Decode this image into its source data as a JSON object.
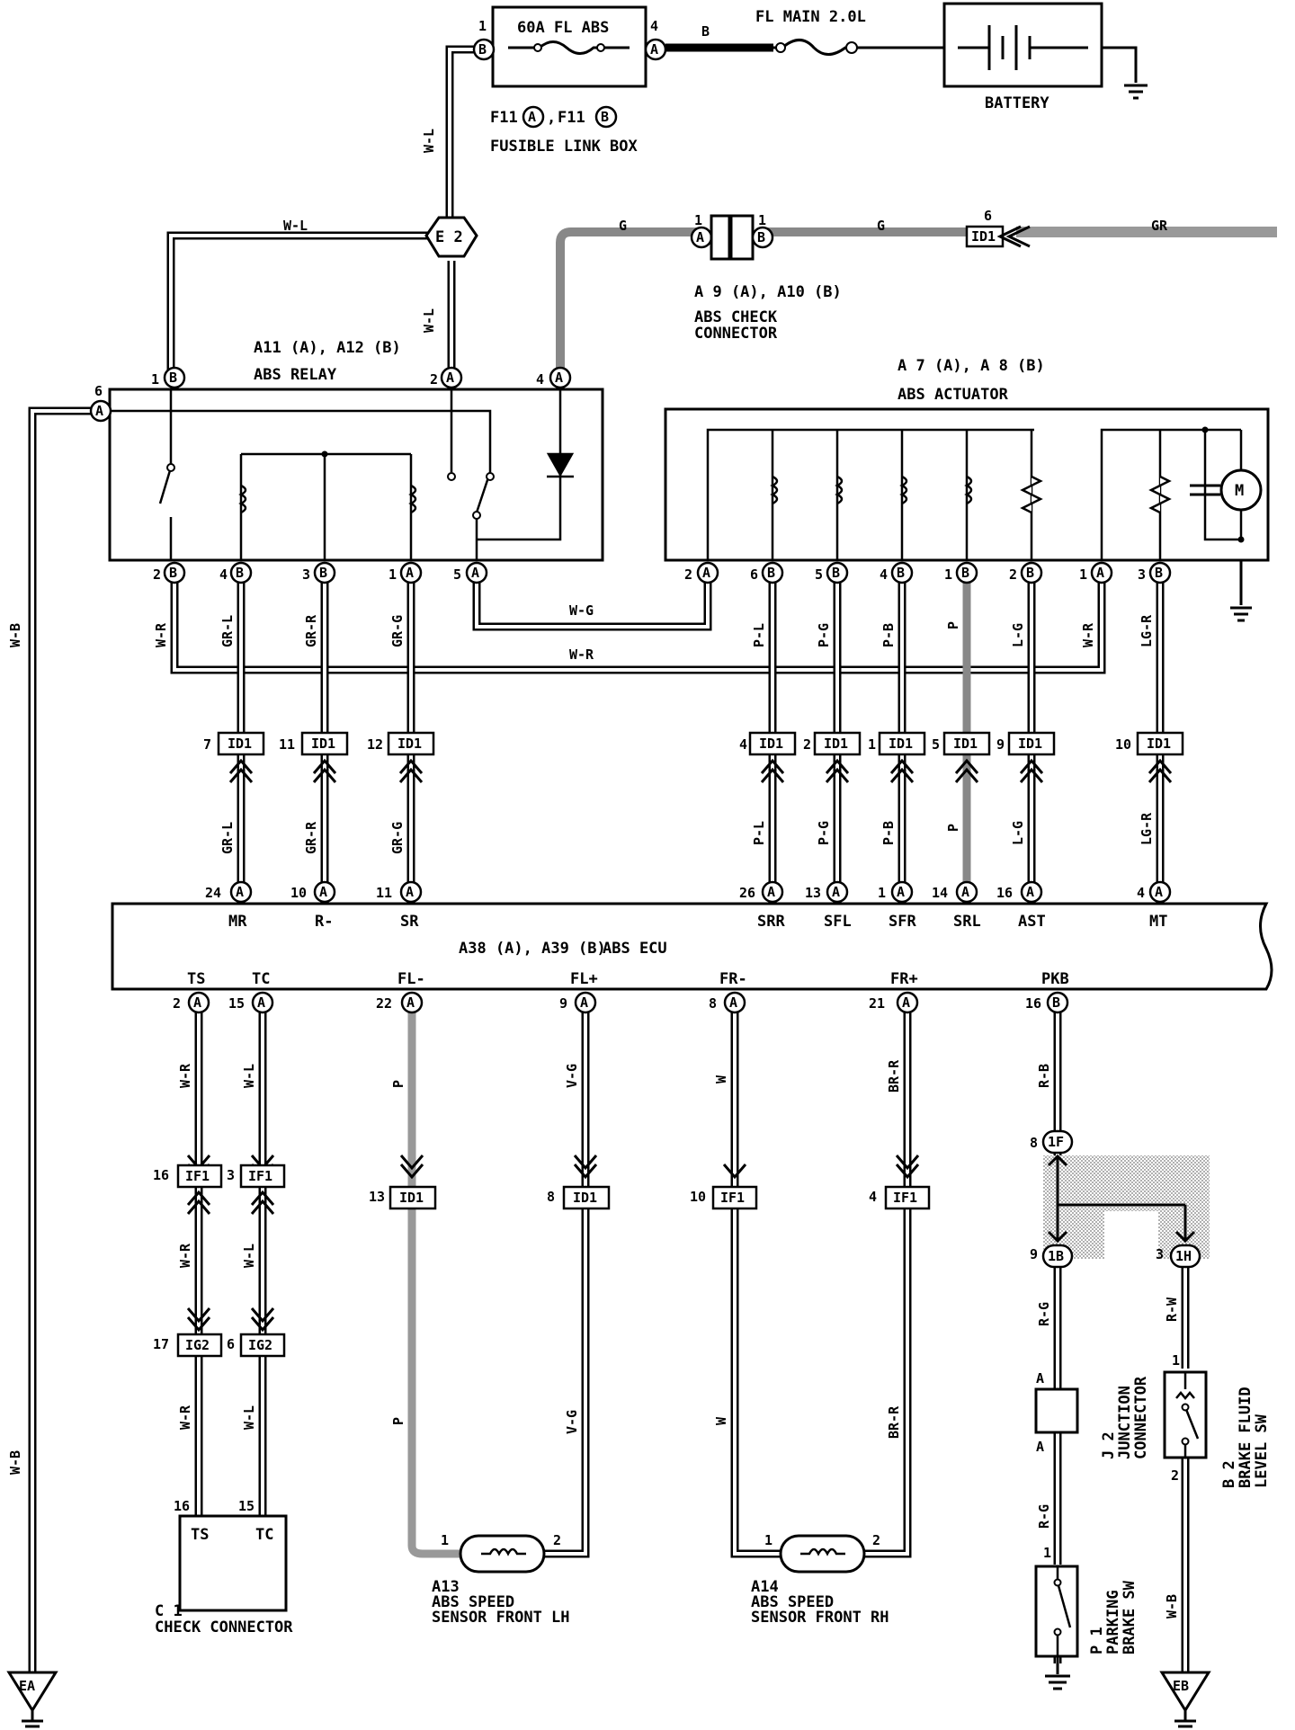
{
  "fusible_link_box": {
    "fuse_label": "60A FL ABS",
    "main_fuse_label": "FL MAIN 2.0L",
    "ref_a": "F11",
    "ref_b": "F11",
    "ref_sep": ",",
    "caption": "FUSIBLE LINK BOX",
    "pin_in": "1",
    "pin_out": "4",
    "wire_out": "B"
  },
  "battery": {
    "label": "BATTERY"
  },
  "splice": {
    "label": "E 2"
  },
  "abs_relay": {
    "ref": "A11 (A), A12 (B)",
    "label": "ABS RELAY"
  },
  "abs_check_connector": {
    "ref": "A 9 (A), A10 (B)",
    "line1": "ABS CHECK",
    "line2": "CONNECTOR"
  },
  "abs_actuator": {
    "ref": "A 7 (A), A 8 (B)",
    "label": "ABS ACTUATOR"
  },
  "abs_ecu": {
    "ref": "A38 (A), A39 (B)",
    "label": "ABS ECU"
  },
  "pins": {
    "A": "A",
    "B": "B"
  },
  "connectors": {
    "id1": "ID1",
    "if1": "IF1",
    "ig2": "IG2",
    "1f": "1F",
    "1b": "1B",
    "1h": "1H"
  },
  "wires": {
    "wl": "W-L",
    "wb": "W-B",
    "wr": "W-R",
    "wg": "W-G",
    "g": "G",
    "gr": "GR",
    "grl": "GR-L",
    "grr": "GR-R",
    "grg": "GR-G",
    "pl": "P-L",
    "pg": "P-G",
    "pb": "P-B",
    "p": "P",
    "lg": "L-G",
    "lgr": "LG-R",
    "vg": "V-G",
    "w": "W",
    "brr": "BR-R",
    "rb": "R-B",
    "rg": "R-G",
    "rw": "R-W"
  },
  "ecu_terminals": {
    "mr": "MR",
    "rm": "R-",
    "sr": "SR",
    "srr": "SRR",
    "sfl": "SFL",
    "sfr": "SFR",
    "srl": "SRL",
    "ast": "AST",
    "mt": "MT",
    "ts": "TS",
    "tc": "TC",
    "flm": "FL-",
    "flp": "FL+",
    "frm": "FR-",
    "frp": "FR+",
    "pkb": "PKB"
  },
  "check_connector": {
    "ref": "C 1",
    "label": "CHECK CONNECTOR",
    "ts": "TS",
    "tc": "TC"
  },
  "sensor_lh": {
    "ref": "A13",
    "line1": "ABS SPEED",
    "line2": "SENSOR FRONT LH"
  },
  "sensor_rh": {
    "ref": "A14",
    "line1": "ABS SPEED",
    "line2": "SENSOR FRONT RH"
  },
  "junction_connector": {
    "ref": "J 2",
    "line1": "JUNCTION",
    "line2": "CONNECTOR",
    "pin": "A"
  },
  "parking_brake_sw": {
    "ref": "P 1",
    "line1": "PARKING",
    "line2": "BRAKE SW"
  },
  "brake_fluid_sw": {
    "ref": "B 2",
    "line1": "BRAKE FLUID",
    "line2": "LEVEL SW"
  },
  "grounds": {
    "ea": "EA",
    "eb": "EB"
  },
  "motor": {
    "label": "M"
  },
  "pin_numbers": [
    "1",
    "2",
    "3",
    "4",
    "5",
    "6",
    "7",
    "8",
    "9",
    "10",
    "11",
    "12",
    "13",
    "14",
    "15",
    "16",
    "17",
    "21",
    "22",
    "24",
    "26"
  ]
}
